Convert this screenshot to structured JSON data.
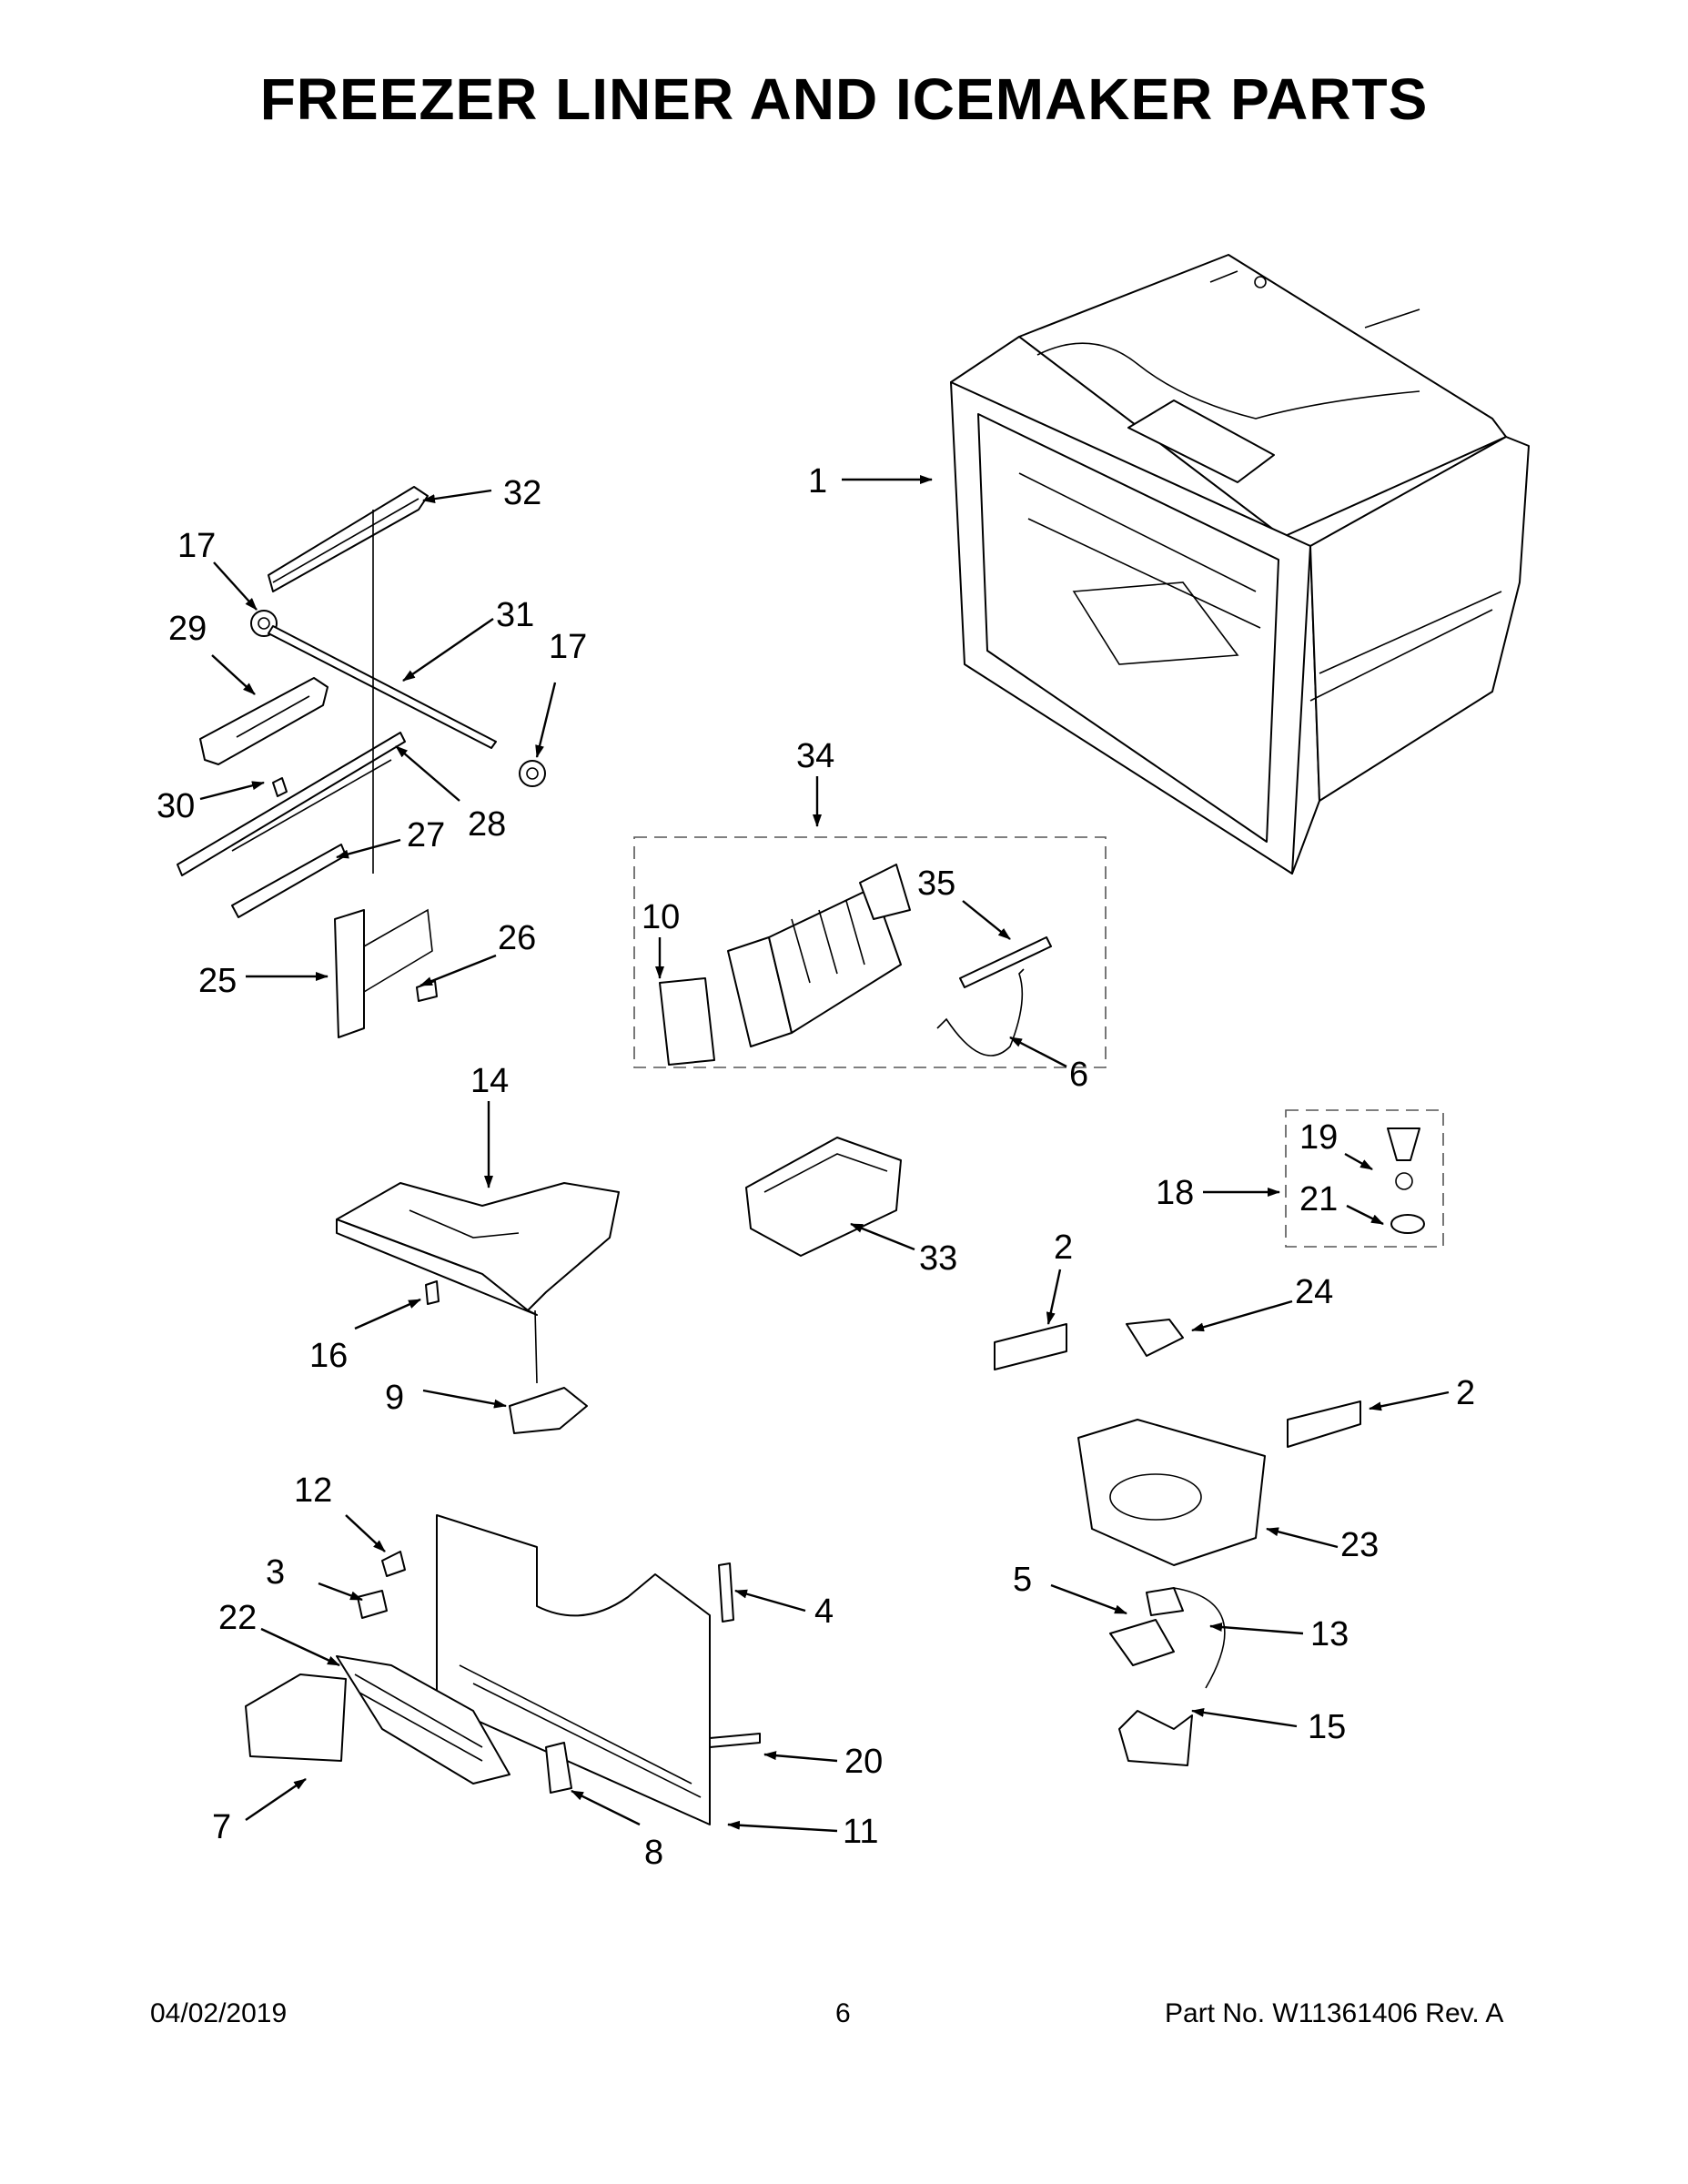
{
  "title": "FREEZER LINER AND ICEMAKER PARTS",
  "footer": {
    "date": "04/02/2019",
    "page": "6",
    "part_no": "Part No.  W11361406  Rev.  A"
  },
  "callouts": {
    "c1": "1",
    "c2a": "2",
    "c2b": "2",
    "c3": "3",
    "c4": "4",
    "c5": "5",
    "c6": "6",
    "c7": "7",
    "c8": "8",
    "c9": "9",
    "c10": "10",
    "c11": "11",
    "c12": "12",
    "c13": "13",
    "c14": "14",
    "c15": "15",
    "c16": "16",
    "c17a": "17",
    "c17b": "17",
    "c18": "18",
    "c19": "19",
    "c20": "20",
    "c21": "21",
    "c22": "22",
    "c23": "23",
    "c24": "24",
    "c25": "25",
    "c26": "26",
    "c27": "27",
    "c28": "28",
    "c29": "29",
    "c30": "30",
    "c31": "31",
    "c32": "32",
    "c33": "33",
    "c34": "34",
    "c35": "35"
  }
}
